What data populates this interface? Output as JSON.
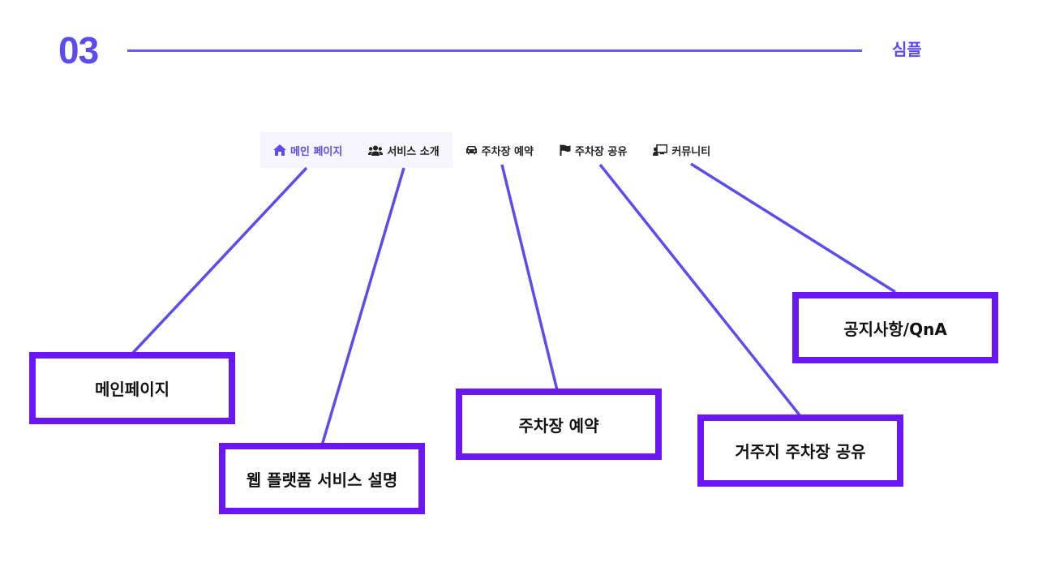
{
  "header": {
    "slide_number": "03",
    "tag": "심플"
  },
  "nav": {
    "items": [
      {
        "label": "메인 페이지",
        "icon": "home-icon"
      },
      {
        "label": "서비스 소개",
        "icon": "users-icon"
      },
      {
        "label": "주차장 예약",
        "icon": "car-icon"
      },
      {
        "label": "주차장 공유",
        "icon": "flag-icon"
      },
      {
        "label": "커뮤니티",
        "icon": "chalkboard-user-icon"
      }
    ]
  },
  "callouts": [
    {
      "label": "메인페이지"
    },
    {
      "label": "웹 플랫폼 서비스 설명"
    },
    {
      "label": "주차장 예약"
    },
    {
      "label": "거주지 주차장 공유"
    },
    {
      "label": "공지사항/QnA"
    }
  ],
  "colors": {
    "accent": "#5b4cf0",
    "callout_border": "#6a16f5",
    "connector": "#5b4cf0"
  }
}
